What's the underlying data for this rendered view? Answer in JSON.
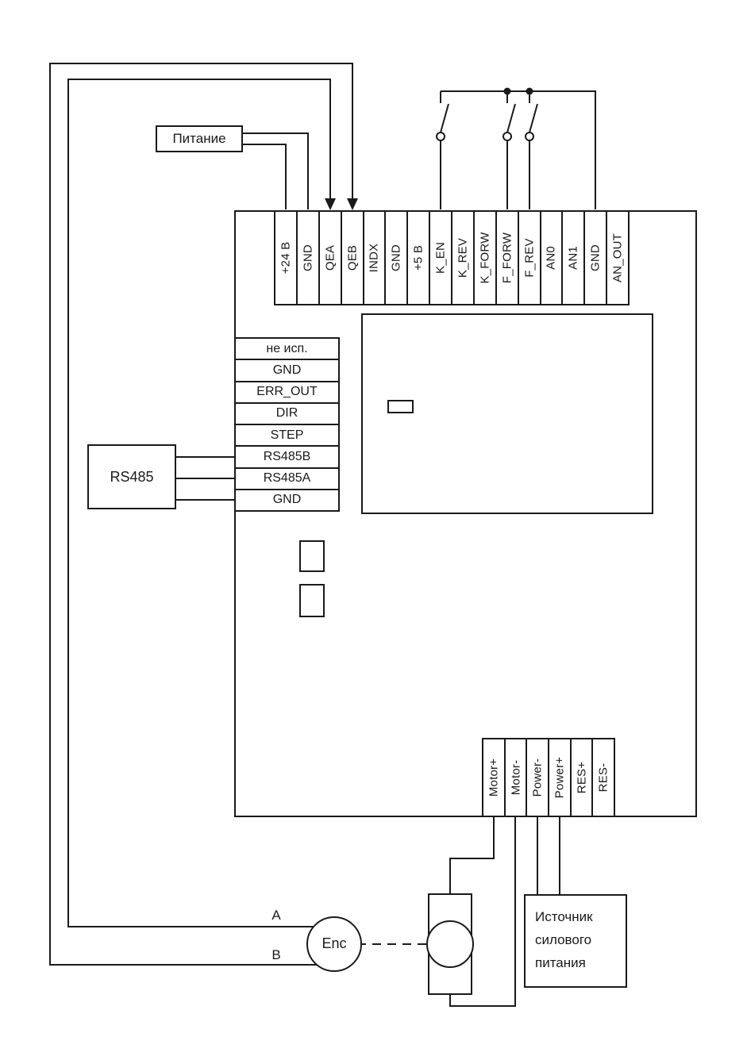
{
  "diagram": {
    "controller": {
      "terminals_top": [
        "+24 В",
        "GND",
        "QEA",
        "QEB",
        "INDX",
        "GND",
        "+5 В",
        "K_EN",
        "K_REV",
        "K_FORW",
        "F_FORW",
        "F_REV",
        "AN0",
        "AN1",
        "GND",
        "AN_OUT"
      ],
      "terminals_left": [
        "не исп.",
        "GND",
        "ERR_OUT",
        "DIR",
        "STEP",
        "RS485B",
        "RS485A",
        "GND"
      ],
      "terminals_bottom": [
        "Motor+",
        "Motor-",
        "Power-",
        "Power+",
        "RES+",
        "RES-"
      ]
    },
    "blocks": {
      "power_label": "Питание",
      "rs485_label": "RS485",
      "encoder_label": "Enc",
      "encoder_channel_a": "A",
      "encoder_channel_b": "B",
      "power_source_line1": "Источник",
      "power_source_line2": "силового",
      "power_source_line3": "питания"
    },
    "colors": {
      "line": "#1a1a1a",
      "background": "#ffffff"
    }
  }
}
